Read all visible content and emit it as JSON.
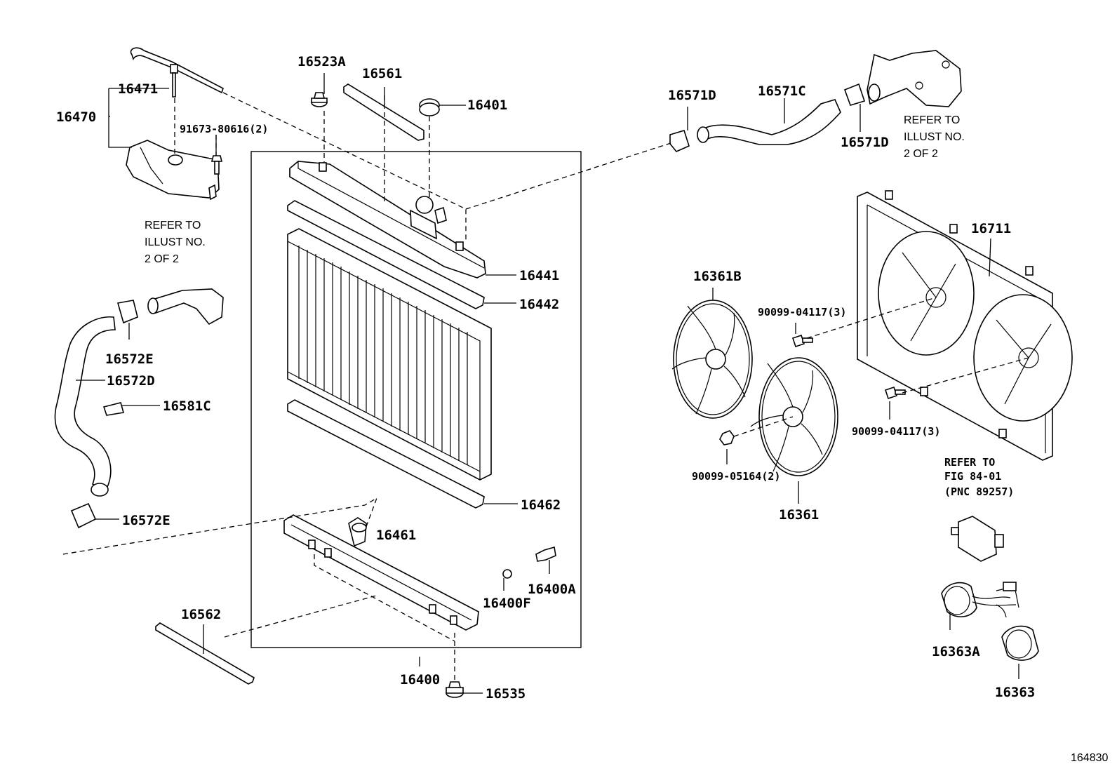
{
  "diagram": {
    "figure_id": "164830",
    "parts": {
      "p16471": "16471",
      "p16470": "16470",
      "p91673": "91673-80616(2)",
      "p16523A": "16523A",
      "p16561": "16561",
      "p16401": "16401",
      "p16571D_a": "16571D",
      "p16571C": "16571C",
      "p16571D_b": "16571D",
      "p16441": "16441",
      "p16442": "16442",
      "p16572E_a": "16572E",
      "p16572D": "16572D",
      "p16581C": "16581C",
      "p16572E_b": "16572E",
      "p16462": "16462",
      "p16461": "16461",
      "p16400A": "16400A",
      "p16400F": "16400F",
      "p16562": "16562",
      "p16400": "16400",
      "p16535": "16535",
      "p16711": "16711",
      "p16361B": "16361B",
      "p90099_04117_a": "90099-04117(3)",
      "p90099_04117_b": "90099-04117(3)",
      "p90099_05164": "90099-05164(2)",
      "p16361": "16361",
      "p16363A": "16363A",
      "p16363": "16363"
    },
    "refer_left": {
      "line1": "REFER TO",
      "line2": "ILLUST NO.",
      "line3": "2 OF 2"
    },
    "refer_right": {
      "line1": "REFER TO",
      "line2": "ILLUST NO.",
      "line3": "2 OF 2"
    },
    "refer_fig": {
      "line1": "REFER TO",
      "line2": "FIG 84-01",
      "line3": "(PNC 89257)"
    }
  }
}
